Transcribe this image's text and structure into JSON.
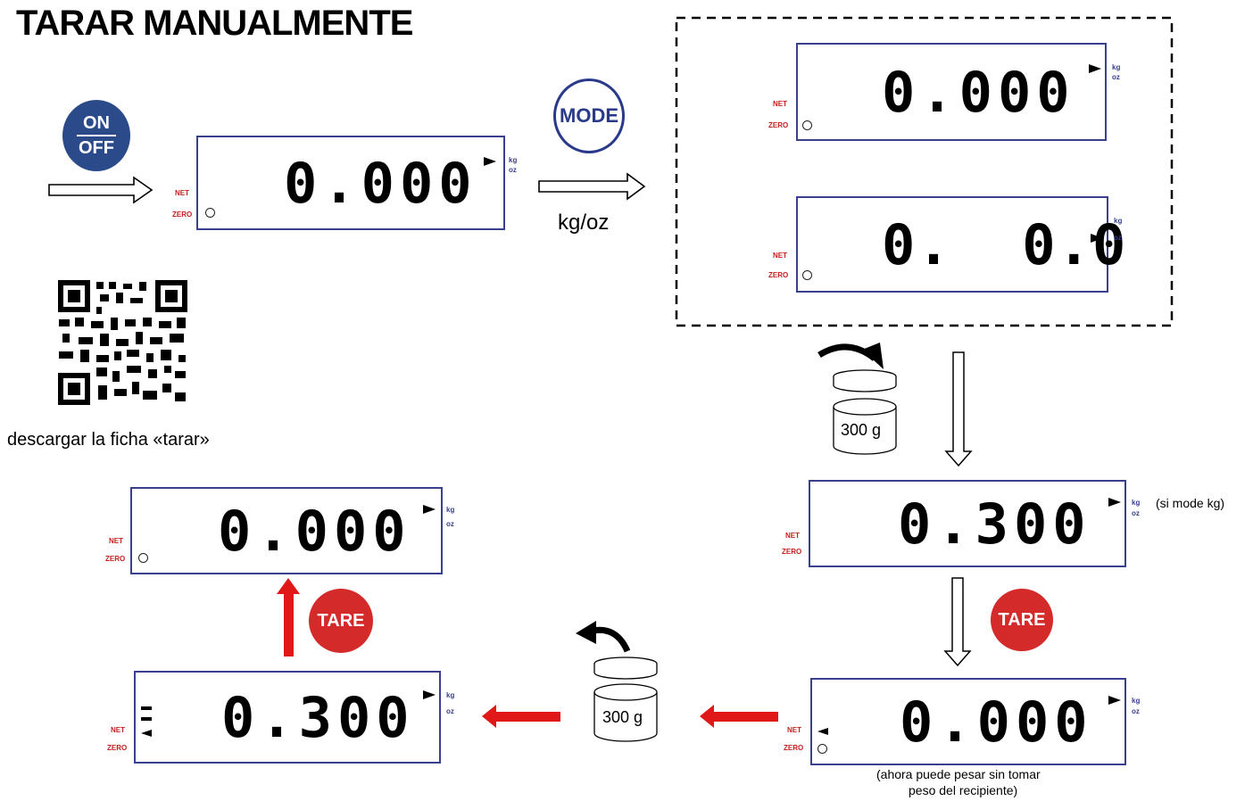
{
  "title": "TARAR  MANUALMENTE",
  "buttons": {
    "on_off_top": "ON",
    "on_off_bottom": "OFF",
    "mode": "MODE",
    "tare": "TARE"
  },
  "captions": {
    "kg_oz": "kg/oz",
    "qr": "descargar la ficha «tarar»",
    "si_mode": "(si mode kg)",
    "ahora_line1": "(ahora puede pesar sin tomar",
    "ahora_line2": "peso del recipiente)"
  },
  "weight_label": "300 g",
  "display_labels": {
    "net": "NET",
    "zero": "ZERO",
    "kg": "kg",
    "oz": "oz"
  },
  "displays": {
    "initial": "0.000",
    "mode_kg": "0.000",
    "mode_oz": "0.  0.0",
    "with_weight": "0.300",
    "after_tare": "0.000",
    "removed_weight": "0.300",
    "final": "0.000"
  },
  "colors": {
    "frame": "#3a3f8f",
    "tare_red": "#d42a2a",
    "arrow_red": "#e01818",
    "on_off_blue": "#2a4a8a"
  }
}
